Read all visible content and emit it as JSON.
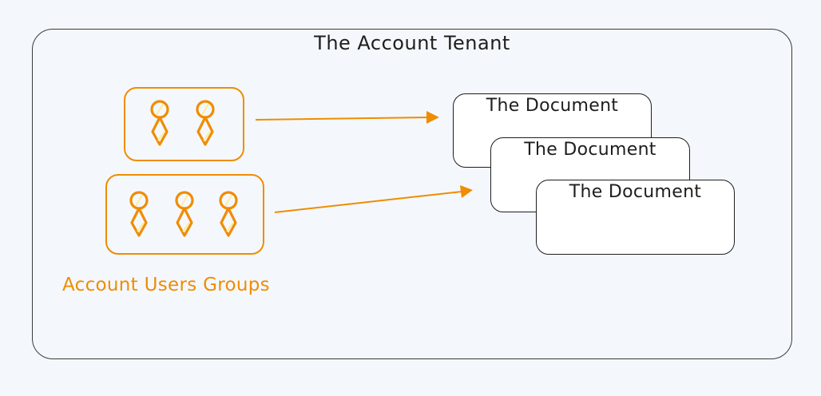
{
  "diagram": {
    "container": {
      "label": "The Account Tenant"
    },
    "user_groups": {
      "caption": "Account Users Groups",
      "groups": [
        {
          "user_count": 2
        },
        {
          "user_count": 3
        }
      ]
    },
    "documents": [
      {
        "label": "The Document"
      },
      {
        "label": "The Document"
      },
      {
        "label": "The Document"
      }
    ],
    "arrows": [
      {
        "from": "user-group-1",
        "to": "document-stack"
      },
      {
        "from": "user-group-2",
        "to": "document-stack"
      }
    ],
    "colors": {
      "background": "#f4f8fc",
      "accent": "#f08c00",
      "user_fill_hatch": "#ffec99",
      "stroke": "#1e1e1e"
    }
  }
}
